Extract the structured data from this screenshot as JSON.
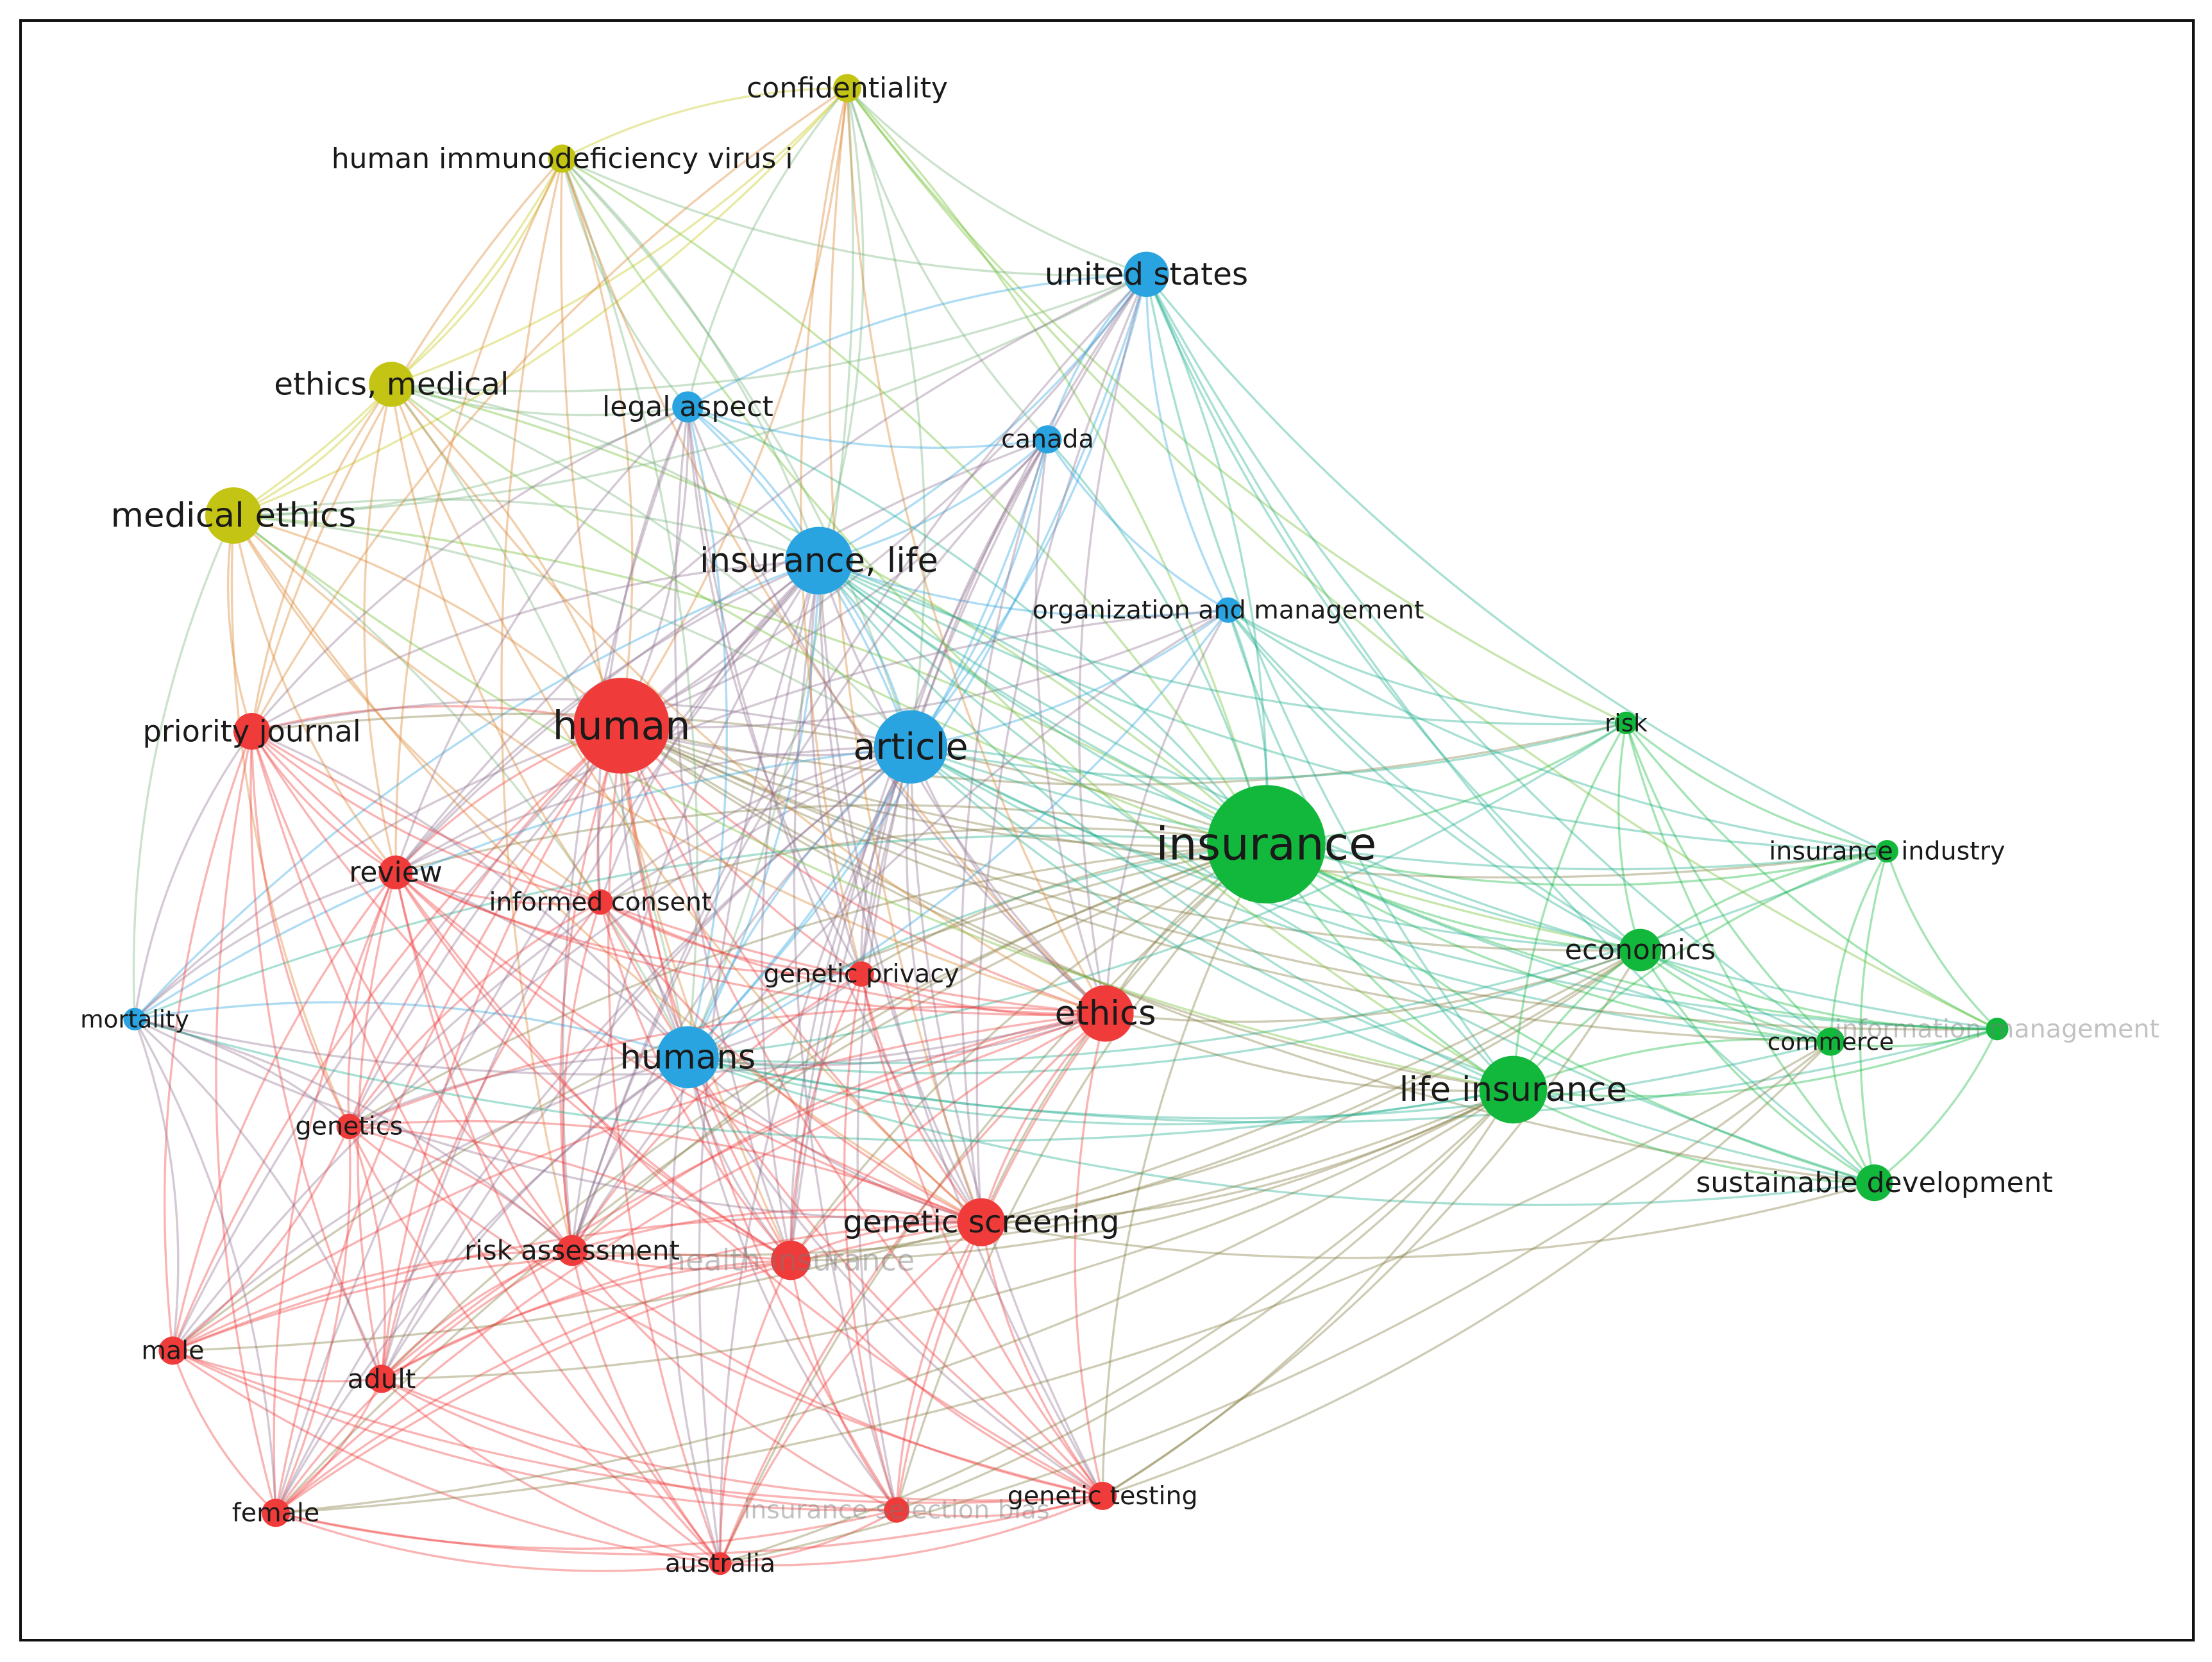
{
  "clusters": {
    "red": "#f03b3b",
    "green": "#12b83c",
    "blue": "#2aa4e0",
    "yellow": "#c4c415"
  },
  "nodes": [
    {
      "id": "confidentiality",
      "label": "confidentiality",
      "cluster": "yellow",
      "weight": 2
    },
    {
      "id": "hiv",
      "label": "human immunodeficiency virus i",
      "cluster": "yellow",
      "weight": 2
    },
    {
      "id": "ethics_medical",
      "label": "ethics, medical",
      "cluster": "yellow",
      "weight": 5
    },
    {
      "id": "medical_ethics",
      "label": "medical ethics",
      "cluster": "yellow",
      "weight": 6
    },
    {
      "id": "united_states",
      "label": "united states",
      "cluster": "blue",
      "weight": 5
    },
    {
      "id": "legal_aspect",
      "label": "legal aspect",
      "cluster": "blue",
      "weight": 3
    },
    {
      "id": "canada",
      "label": "canada",
      "cluster": "blue",
      "weight": 2
    },
    {
      "id": "insurance_life",
      "label": "insurance, life",
      "cluster": "blue",
      "weight": 8
    },
    {
      "id": "org_mgmt",
      "label": "organization and management",
      "cluster": "blue",
      "weight": 2
    },
    {
      "id": "article",
      "label": "article",
      "cluster": "blue",
      "weight": 10
    },
    {
      "id": "humans",
      "label": "humans",
      "cluster": "blue",
      "weight": 8
    },
    {
      "id": "mortality",
      "label": "mortality",
      "cluster": "blue",
      "weight": 1
    },
    {
      "id": "priority_journal",
      "label": "priority journal",
      "cluster": "red",
      "weight": 4
    },
    {
      "id": "human",
      "label": "human",
      "cluster": "red",
      "weight": 14
    },
    {
      "id": "review",
      "label": "review",
      "cluster": "red",
      "weight": 3
    },
    {
      "id": "informed_consent",
      "label": "informed consent",
      "cluster": "red",
      "weight": 2
    },
    {
      "id": "genetic_privacy",
      "label": "genetic privacy",
      "cluster": "red",
      "weight": 2
    },
    {
      "id": "ethics",
      "label": "ethics",
      "cluster": "red",
      "weight": 7
    },
    {
      "id": "genetics",
      "label": "genetics",
      "cluster": "red",
      "weight": 2
    },
    {
      "id": "genetic_screening",
      "label": "genetic screening",
      "cluster": "red",
      "weight": 6
    },
    {
      "id": "risk_assessment",
      "label": "risk assessment",
      "cluster": "red",
      "weight": 3
    },
    {
      "id": "health_insurance",
      "label": "health insurance",
      "cluster": "red",
      "weight": 4,
      "faint": true
    },
    {
      "id": "male",
      "label": "male",
      "cluster": "red",
      "weight": 2
    },
    {
      "id": "adult",
      "label": "adult",
      "cluster": "red",
      "weight": 2
    },
    {
      "id": "female",
      "label": "female",
      "cluster": "red",
      "weight": 2
    },
    {
      "id": "australia",
      "label": "australia",
      "cluster": "red",
      "weight": 1
    },
    {
      "id": "insurance_selection_bias",
      "label": "insurance selection bias",
      "cluster": "red",
      "weight": 2,
      "faint": true
    },
    {
      "id": "genetic_testing",
      "label": "genetic testing",
      "cluster": "red",
      "weight": 2
    },
    {
      "id": "insurance",
      "label": "insurance",
      "cluster": "green",
      "weight": 20
    },
    {
      "id": "risk",
      "label": "risk",
      "cluster": "green",
      "weight": 2
    },
    {
      "id": "insurance_industry",
      "label": "insurance industry",
      "cluster": "green",
      "weight": 2
    },
    {
      "id": "economics",
      "label": "economics",
      "cluster": "green",
      "weight": 4
    },
    {
      "id": "information_management",
      "label": "information management",
      "cluster": "green",
      "weight": 2,
      "faint": true
    },
    {
      "id": "commerce",
      "label": "commerce",
      "cluster": "green",
      "weight": 2
    },
    {
      "id": "life_insurance",
      "label": "life insurance",
      "cluster": "green",
      "weight": 9
    },
    {
      "id": "sustainable_development",
      "label": "sustainable development",
      "cluster": "green",
      "weight": 4
    }
  ]
}
